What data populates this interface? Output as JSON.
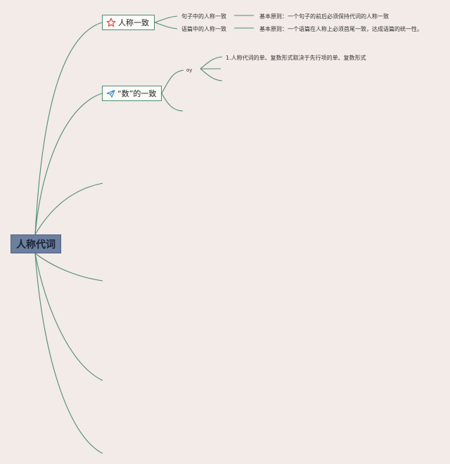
{
  "root": {
    "label": "人称代词"
  },
  "topics": [
    {
      "label": "人称一致",
      "icon": "star-icon",
      "children": [
        {
          "label": "句子中的人称一致",
          "detail": "基本原则：一个句子的前后必须保持代词的人称一致"
        },
        {
          "label": "语篇中的人称一致",
          "detail": "基本原则：一个语篇在人称上必须首尾一致，达成语篇的统一性。"
        }
      ]
    },
    {
      "label": "“数”的一致",
      "icon": "paper-plane-icon",
      "children": [
        {
          "label": "oy",
          "detail": "1.人称代词的单、复数形式取决于先行项的单、复数形式"
        }
      ]
    }
  ],
  "colors": {
    "background": "#f2ebe8",
    "branch": "#4f8c74",
    "root_fill": "#6b7f9f",
    "star": "#e0443a",
    "plane": "#2f86c8"
  }
}
